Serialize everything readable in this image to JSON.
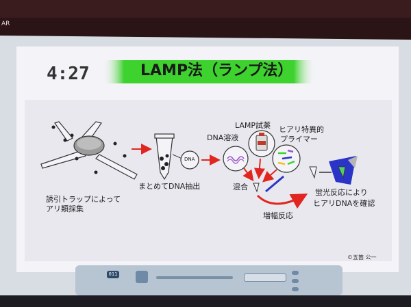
{
  "top_bar": {
    "label": "AR"
  },
  "slide": {
    "clock": "4:27",
    "title": "LAMP法（ランプ法）",
    "steps": {
      "trap": [
        "誘引トラップによって",
        "アリ類採集"
      ],
      "dna_extract": "まとめてDNA抽出",
      "dna_tube_label": "DNA",
      "dna_solution": "DNA溶液",
      "lamp_reagent": "LAMP試薬",
      "primer": [
        "ヒアリ特異的",
        "プライマー"
      ],
      "mix": "混合",
      "amplify": "増幅反応",
      "fluorescence": [
        "蛍光反応により",
        "ヒアリDNAを確認"
      ]
    },
    "credit": "©五箇 公一"
  },
  "player": {
    "counter": "011"
  },
  "colors": {
    "frame": "#2a1416",
    "screen": "#d8dde3",
    "slide_bg": "#f4f3f7",
    "title_green": "#3ed22e",
    "arrow_red": "#e0261f",
    "blue_fluorescence": "#2a35c8"
  }
}
